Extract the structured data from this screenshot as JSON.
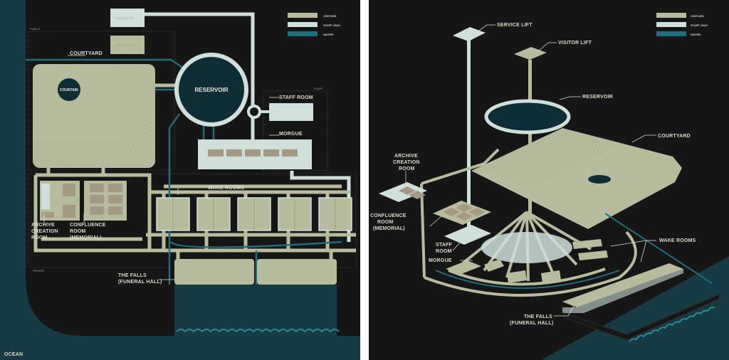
{
  "colors": {
    "background": "#151615",
    "ocean": "#173a44",
    "visitors": "#b7bc9c",
    "staff_only": "#cfe0da",
    "water": "#1e6e7e",
    "label": "#d9dccb"
  },
  "legend": [
    {
      "label": "VISITORS",
      "color": "#b7bc9c"
    },
    {
      "label": "STAFF ONLY",
      "color": "#cfe0da"
    },
    {
      "label": "WATER",
      "color": "#1e6e7e"
    }
  ],
  "plan": {
    "zones": {
      "public": "PUBLIC",
      "staff": "STAFF",
      "private": "PRIVATE"
    },
    "ocean_label": "OCEAN",
    "labels": {
      "courtyard": "COURTYARD",
      "fountain": "FOUNTAIN",
      "reservoir": "RESERVOIR",
      "staff_room": "STAFF ROOM",
      "morgue": "MORGUE",
      "wake_rooms": "WAKE ROOMS",
      "archive_line1": "ARCHIVE",
      "archive_line2": "CREATION",
      "archive_line3": "ROOM",
      "confluence_line1": "CONFLUENCE",
      "confluence_line2": "ROOM",
      "confluence_line3": "(MEMORIAL)",
      "falls_line1": "THE FALLS",
      "falls_line2": "(FUNERAL HALL)",
      "service_lift": "SERVICE LIFT",
      "visitor_lift": "VISITOR LIFT"
    }
  },
  "axon": {
    "labels": {
      "service_lift": "SERVICE LIFT",
      "visitor_lift": "VISITOR LIFT",
      "reservoir": "RESERVOIR",
      "courtyard": "COURTYARD",
      "archive_line1": "ARCHIVE",
      "archive_line2": "CREATION",
      "archive_line3": "ROOM",
      "confluence_line1": "CONFLUENCE",
      "confluence_line2": "ROOM",
      "confluence_line3": "(MEMORIAL)",
      "staff_line1": "STAFF",
      "staff_line2": "ROOM",
      "morgue": "MORGUE",
      "wake_rooms": "WAKE ROOMS",
      "falls_line1": "THE FALLS",
      "falls_line2": "(FUNERAL HALL)"
    }
  }
}
